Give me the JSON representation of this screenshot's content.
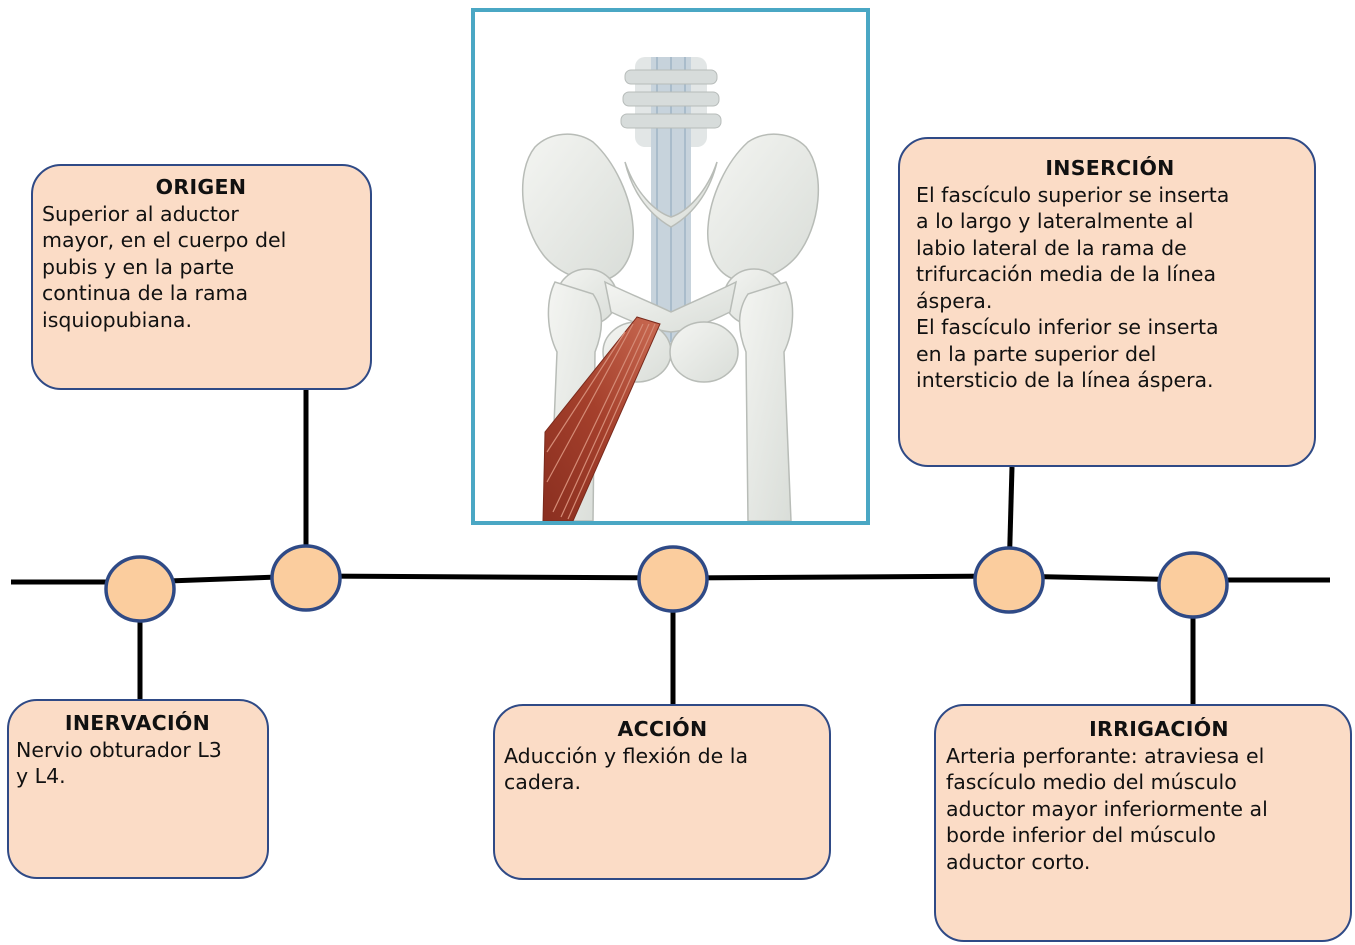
{
  "colors": {
    "card_fill": "#fbdcc6",
    "card_border": "#2f4a86",
    "node_fill": "#fbcd9e",
    "line": "#000000",
    "image_frame": "#4aa7c4",
    "muscle": "#a5402c",
    "bone": "#eceeea"
  },
  "illustration": {
    "subject": "pelvis-and-femurs-with-adductor-muscle"
  },
  "cards": {
    "origen": {
      "title": "ORIGEN",
      "body": "Superior al aductor\nmayor, en el cuerpo del\npubis y en la parte\ncontinua de la rama\nisquiopubiana."
    },
    "insercion": {
      "title": "INSERCIÓN",
      "body": "El fascículo superior se inserta\na lo largo y lateralmente al\nlabio lateral de la rama de\ntrifurcación media de la línea\náspera.\nEl fascículo inferior se inserta\nen la parte superior del\nintersticio de la línea áspera."
    },
    "inervacion": {
      "title": "INERVACIÓN",
      "body": "Nervio obturador L3\ny L4."
    },
    "accion": {
      "title": "ACCIÓN",
      "body": "Aducción y flexión de la\ncadera."
    },
    "irrigacion": {
      "title": "IRRIGACIÓN",
      "body": "Arteria perforante: atraviesa el\nfascículo medio del músculo\naductor mayor inferiormente al\nborde inferior del músculo\naductor corto."
    }
  }
}
